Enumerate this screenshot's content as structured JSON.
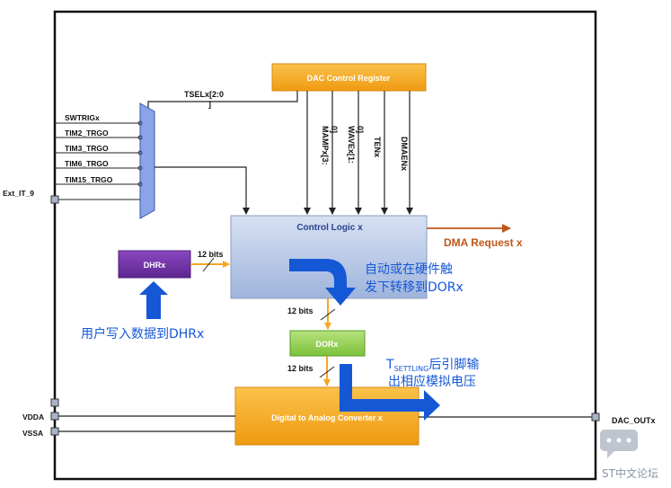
{
  "diagram": {
    "blocks": {
      "dac_control_register": "DAC Control Register",
      "control_logic": "Control Logic x",
      "dhr": "DHRx",
      "dor": "DORx",
      "dac": "Digital to Analog Converter x"
    },
    "mux_inputs": [
      "SWTRIGx",
      "TIM2_TRGO",
      "TIM3_TRGO",
      "TIM6_TRGO",
      "TIM15_TRGO"
    ],
    "tsel_label": "TSELx[2:0",
    "tsel_label_wrap": "]",
    "register_fields": [
      {
        "line1": "MAMPx[3:",
        "line2": "0]"
      },
      {
        "line1": "WAVEx[1:",
        "line2": "0]"
      },
      {
        "line1": "TENx",
        "line2": ""
      },
      {
        "line1": "DMAENx",
        "line2": ""
      }
    ],
    "pins": {
      "ext_it": "Ext_IT_9",
      "vdda": "VDDA",
      "vssa": "VSSA",
      "dac_out": "DAC_OUTx"
    },
    "dma_request": "DMA Request x",
    "bus_widths": {
      "dhr_to_logic": "12 bits",
      "logic_to_dor": "12 bits",
      "dor_to_dac": "12 bits"
    },
    "annotations": {
      "user_write": "用户写入数据到DHRx",
      "auto_transfer_line1": "自动或在硬件触",
      "auto_transfer_line2": "发下转移到DORx",
      "settling_prefix": "T",
      "settling_sub": "SETTLING",
      "settling_line1_rest": "后引脚输",
      "settling_line2": "出相应模拟电压"
    },
    "watermark": "ST中文论坛",
    "colors": {
      "orange_block": "#f5a623",
      "logic_block": "#b9c9e6",
      "green_block": "#92d050",
      "purple_block": "#7030a0",
      "mux": "#8aa4e8",
      "blue_arrow": "#1558d6",
      "dma_text": "#c0561b"
    }
  }
}
